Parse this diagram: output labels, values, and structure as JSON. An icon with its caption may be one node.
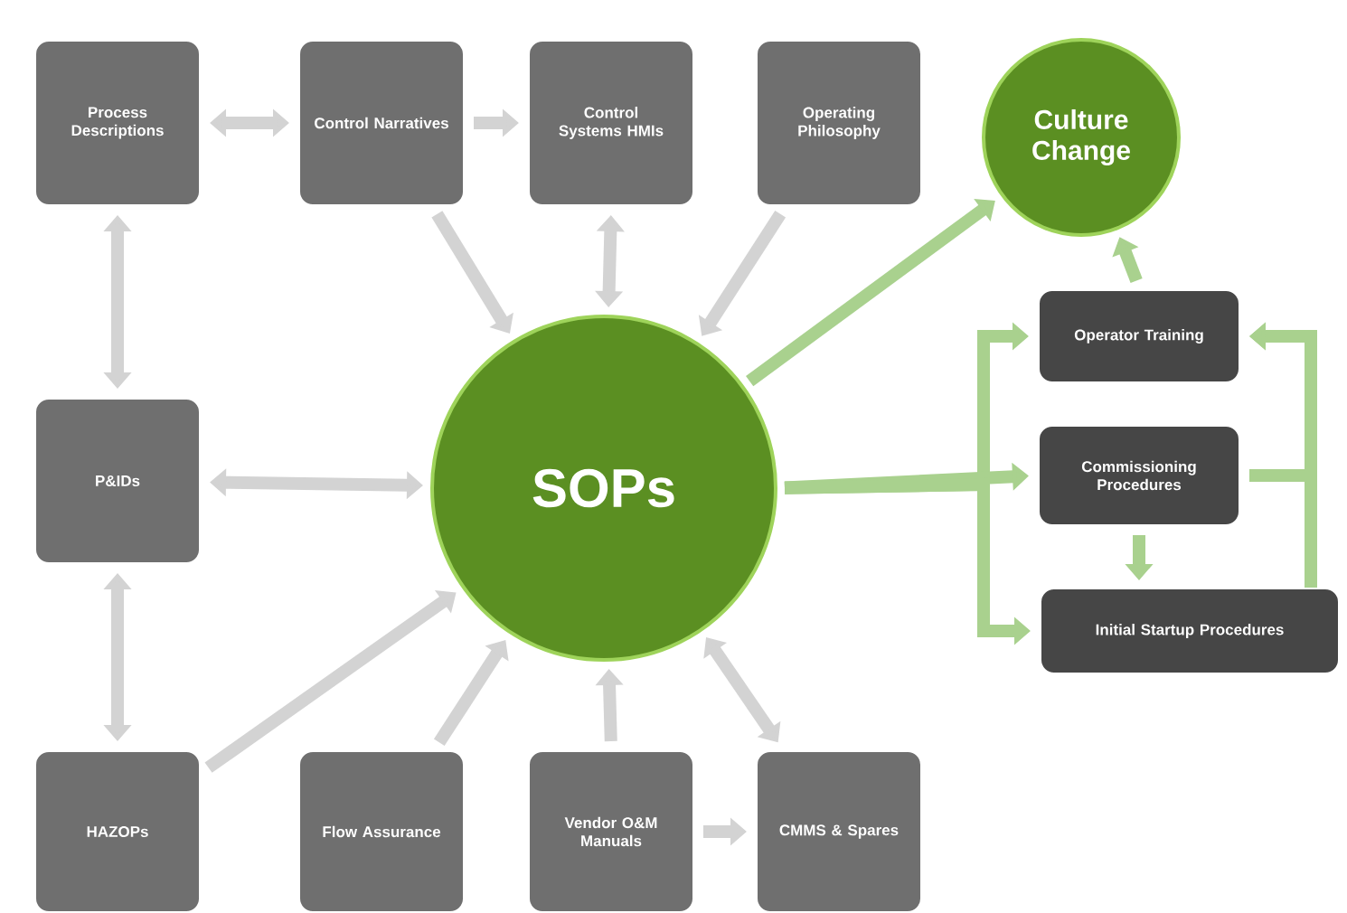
{
  "diagram": {
    "nodes": [
      {
        "text": [
          "Process Descriptions"
        ]
      },
      {
        "text": [
          "Control Narratives"
        ]
      },
      {
        "text": [
          "Control Systems HMIs"
        ]
      },
      {
        "text": [
          "Operating Philosophy"
        ]
      },
      {
        "text": [
          "Culture Change"
        ]
      },
      {
        "text": [
          "P&IDs"
        ]
      },
      {
        "text": [
          "SOPs"
        ]
      },
      {
        "text": [
          "Operator Training"
        ]
      },
      {
        "text": [
          "Commissioning Procedures"
        ]
      },
      {
        "text": [
          "Initial Startup Procedures"
        ]
      },
      {
        "text": [
          "HAZOPs"
        ]
      },
      {
        "text": [
          "Flow Assurance"
        ]
      },
      {
        "text": [
          "Vendor O&M Manuals"
        ]
      },
      {
        "text": [
          "CMMS & Spares"
        ]
      }
    ],
    "edges": [
      {
        "from": 0,
        "to": 1,
        "arrow": "both"
      },
      {
        "from": 1,
        "to": 2,
        "arrow": "to"
      },
      {
        "from": 1,
        "to": 6,
        "arrow": "to"
      },
      {
        "from": 2,
        "to": 6,
        "arrow": "both"
      },
      {
        "from": 3,
        "to": 6,
        "arrow": "to"
      },
      {
        "from": 0,
        "to": 5,
        "arrow": "both"
      },
      {
        "from": 5,
        "to": 6,
        "arrow": "both"
      },
      {
        "from": 5,
        "to": 10,
        "arrow": "both"
      },
      {
        "from": 10,
        "to": 6,
        "arrow": "to"
      },
      {
        "from": 11,
        "to": 6,
        "arrow": "to"
      },
      {
        "from": 12,
        "to": 6,
        "arrow": "to"
      },
      {
        "from": 12,
        "to": 13,
        "arrow": "to"
      },
      {
        "from": 6,
        "to": 13,
        "arrow": "both"
      },
      {
        "from": 6,
        "to": 4,
        "arrow": "to",
        "color": "#a9d18e"
      },
      {
        "from": 6,
        "to": 7,
        "arrow": "to",
        "color": "#a9d18e"
      },
      {
        "from": 6,
        "to": 8,
        "arrow": "to",
        "color": "#a9d18e"
      },
      {
        "from": 6,
        "to": 9,
        "arrow": "to",
        "color": "#a9d18e"
      },
      {
        "from": 8,
        "to": 7,
        "arrow": "to",
        "color": "#a9d18e"
      },
      {
        "from": 9,
        "to": 7,
        "arrow": "to",
        "color": "#a9d18e"
      },
      {
        "from": 8,
        "to": 9,
        "arrow": "to",
        "color": "#a9d18e"
      },
      {
        "from": 7,
        "to": 4,
        "arrow": "to",
        "color": "#a9d18e"
      }
    ]
  }
}
